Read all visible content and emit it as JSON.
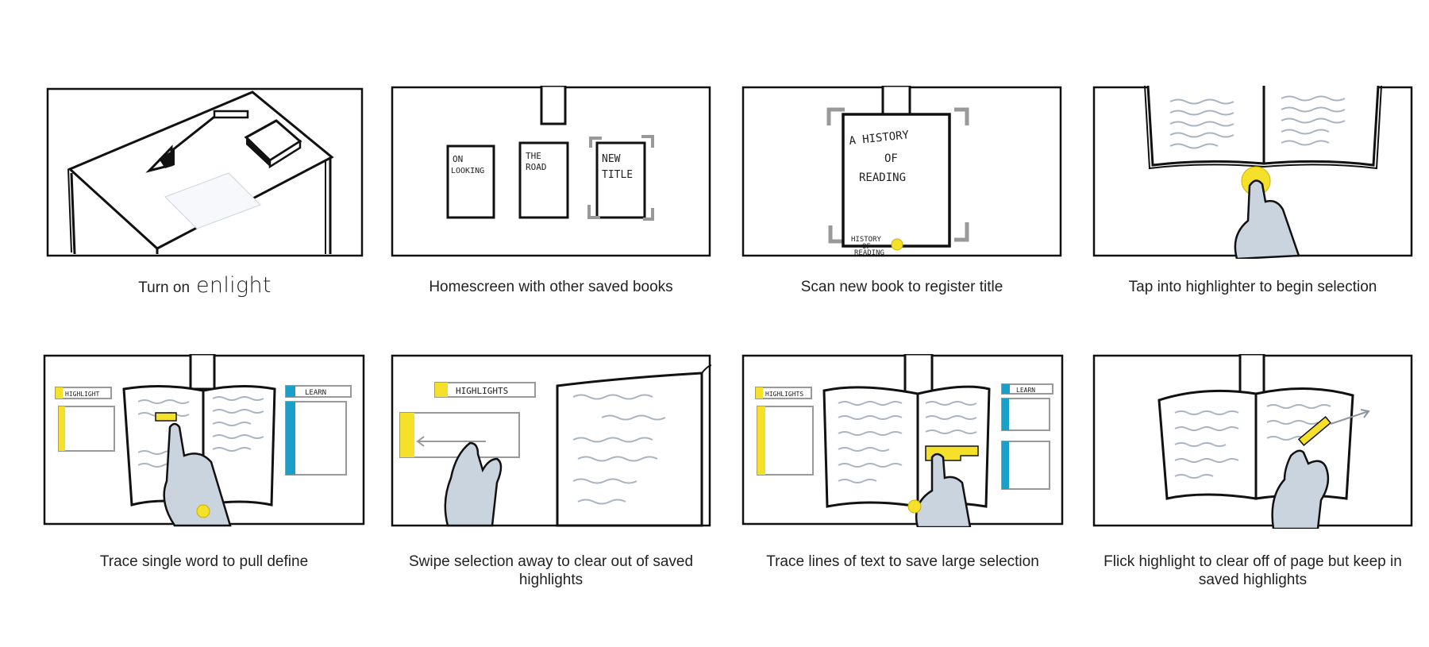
{
  "storyboard": {
    "panels": [
      {
        "caption": "Turn on",
        "brand": "enlight"
      },
      {
        "caption": "Homescreen with other saved books",
        "books": [
          "ON LOOKING",
          "THE ROAD",
          "NEW TITLE"
        ]
      },
      {
        "caption": "Scan new book to register title",
        "book_title": "A HISTORY OF READING",
        "thumb_title": "HISTORY OF READING"
      },
      {
        "caption": "Tap into highlighter to begin selection"
      },
      {
        "caption": "Trace single word to pull define",
        "left_label": "HIGHLIGHT",
        "right_label": "LEARN"
      },
      {
        "caption": "Swipe selection away to clear out of saved highlights",
        "left_label": "HIGHLIGHTS"
      },
      {
        "caption": "Trace lines of text to save large selection",
        "left_label": "HIGHLIGHTS",
        "right_label": "LEARN"
      },
      {
        "caption": "Flick highlight to clear off of page but keep in saved highlights"
      }
    ]
  },
  "colors": {
    "yellow": "#f5e02a",
    "blue": "#1aa0c8",
    "skin": "#c9d4de",
    "ink": "#111111",
    "text_lines": "#a9b4c2"
  },
  "icons": [
    "desk-lamp-icon",
    "book-icon",
    "hand-pointer-icon",
    "arrow-left-icon",
    "arrow-flick-icon"
  ]
}
